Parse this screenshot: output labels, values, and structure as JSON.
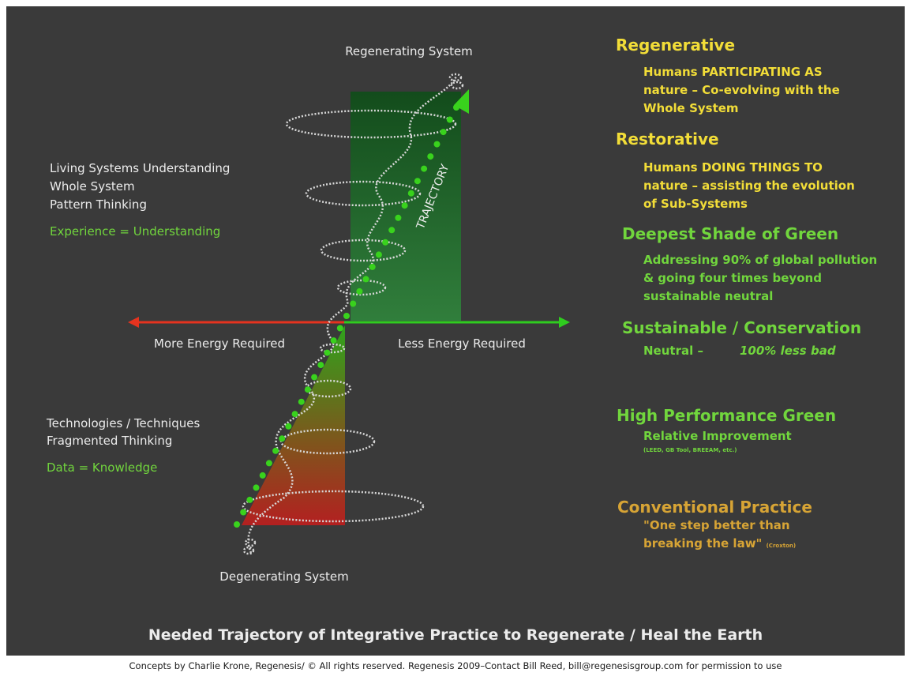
{
  "diagram": {
    "top_label": "Regenerating System",
    "bottom_label": "Degenerating System",
    "trajectory_label": "TRAJECTORY",
    "left_arrow_label": "More Energy Required",
    "right_arrow_label": "Less Energy Required",
    "upper_left": {
      "lines": [
        "Living Systems Understanding",
        "Whole System",
        "Pattern Thinking"
      ],
      "equation": "Experience = Understanding"
    },
    "lower_left": {
      "lines": [
        "Technologies / Techniques",
        "Fragmented Thinking"
      ],
      "equation": "Data = Knowledge"
    }
  },
  "levels": {
    "regenerative": {
      "title": "Regenerative",
      "lines": [
        "Humans PARTICIPATING AS",
        "nature – Co-evolving with the",
        "Whole System"
      ]
    },
    "restorative": {
      "title": "Restorative",
      "lines": [
        "Humans DOING THINGS TO",
        "nature – assisting the evolution",
        "of Sub-Systems"
      ]
    },
    "deepest_green": {
      "title": "Deepest Shade of Green",
      "lines": [
        "Addressing 90% of global pollution",
        "& going four times beyond",
        "sustainable neutral"
      ]
    },
    "sustainable": {
      "title": "Sustainable / Conservation",
      "neutral": "Neutral –",
      "less_bad": "100% less bad"
    },
    "high_performance": {
      "title": "High Performance  Green",
      "line": "Relative Improvement",
      "small": "(LEED, GB Tool, BREEAM, etc.)"
    },
    "conventional": {
      "title": "Conventional Practice",
      "line1": "\"One step better than",
      "line2": "breaking the law\"",
      "citation": "(Croxton)"
    }
  },
  "title": "Needed Trajectory of Integrative Practice to Regenerate / Heal the Earth",
  "footer": "Concepts by Charlie Krone, Regenesis/ © All rights reserved.  Regenesis 2009–Contact Bill Reed, bill@regenesisgroup.com for permission to use",
  "colors": {
    "background": "#3a3a3a",
    "green": "#71d63d",
    "yellow": "#f2dd38",
    "orange": "#d7a435",
    "arrow_red": "#e5331f",
    "arrow_green": "#2fcc1f"
  }
}
